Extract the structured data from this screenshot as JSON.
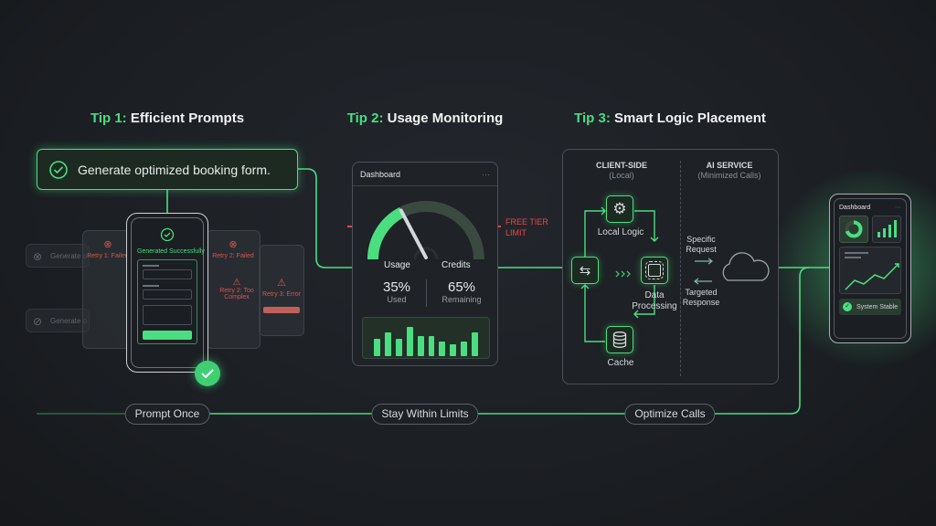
{
  "tips": [
    {
      "prefix": "Tip 1:",
      "title": "Efficient Prompts"
    },
    {
      "prefix": "Tip 2:",
      "title": "Usage Monitoring"
    },
    {
      "prefix": "Tip 3:",
      "title": "Smart Logic Placement"
    }
  ],
  "tip1": {
    "prompt": "Generate optimized booking form.",
    "success_label": "Generated Successfully",
    "retry1": "Retry 1: Failed",
    "retry2": "Retry 2: Failed",
    "retry2_warn": "Retry 2: Too Complex",
    "retry3": "Retry 3: Error",
    "ghost1": "Generate o",
    "ghost2": "Generate o"
  },
  "tip2": {
    "dashboard_title": "Dashboard",
    "menu": "···",
    "limit_label": "FREE TIER LIMIT",
    "usage_label": "Usage",
    "credits_label": "Credits",
    "used_value": "35%",
    "used_label": "Used",
    "remaining_value": "65%",
    "remaining_label": "Remaining",
    "gauge_fraction": 0.35,
    "bars": [
      6,
      8,
      6,
      10,
      7,
      7,
      5,
      4,
      5,
      8
    ]
  },
  "tip3": {
    "client_title": "CLIENT-SIDE",
    "client_sub": "(Local)",
    "ai_title": "AI SERVICE",
    "ai_sub": "(Minimized Calls)",
    "local_logic": "Local Logic",
    "data_processing": "Data Processing",
    "cache": "Cache",
    "request": "Specific Request",
    "response": "Targeted Response"
  },
  "result": {
    "dashboard_title": "Dashboard",
    "menu": "···",
    "status": "System Stable"
  },
  "steps": [
    "Prompt Once",
    "Stay Within Limits",
    "Optimize Calls"
  ],
  "colors": {
    "accent": "#4ade80",
    "danger": "#ef4444",
    "bg": "#1c1f23"
  }
}
